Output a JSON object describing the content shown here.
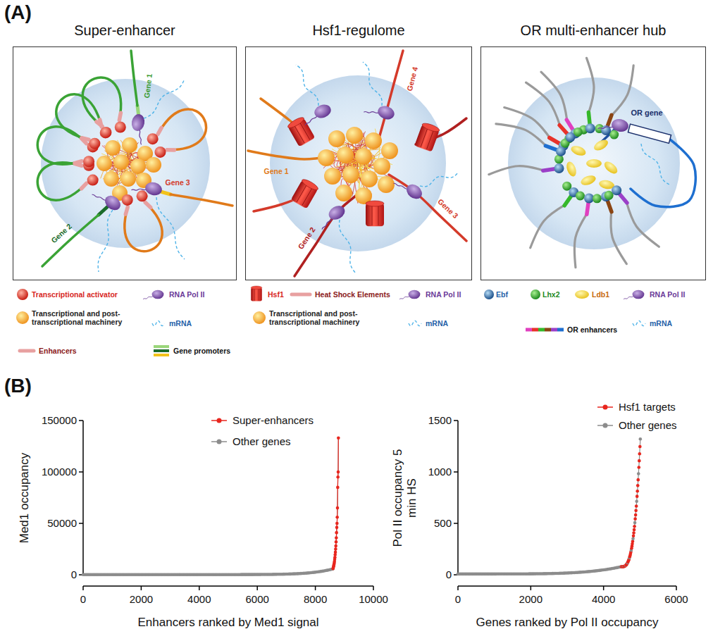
{
  "diagram": {
    "nodes": [
      {
        "text": [
          "Super-enhancer"
        ]
      },
      {
        "text": [
          "Hsf1-regulome"
        ]
      },
      {
        "text": [
          "OR multi-enhancer hub"
        ]
      }
    ],
    "labels": [
      "(A)",
      "Gene 1",
      "Gene 2",
      "Gene 3",
      "Gene 4",
      "Gene 1",
      "Gene 3",
      "Gene 2",
      "OR gene",
      "(B)",
      "Med1 occupancy",
      "150000",
      "100000",
      "50000",
      "0",
      "0",
      "2000",
      "4000",
      "6000",
      "8000",
      "10000",
      "Enhancers ranked by Med1 signal",
      "Pol II occupancy 5 min HS",
      "1500",
      "1000",
      "500",
      "0",
      "0",
      "2000",
      "4000",
      "6000",
      "Genes ranked by Pol II occupancy"
    ],
    "legend": [
      {
        "text": "Transcriptional activator"
      },
      {
        "text": "RNA Pol II"
      },
      {
        "text": "Transcriptional and post-transcriptional machinery"
      },
      {
        "text": "mRNA"
      },
      {
        "text": "Enhancers"
      },
      {
        "text": "Gene promoters"
      },
      {
        "text": "Hsf1"
      },
      {
        "text": "Heat Shock Elements"
      },
      {
        "text": "RNA Pol II"
      },
      {
        "text": "Transcriptional and post-transcriptional machinery"
      },
      {
        "text": "mRNA"
      },
      {
        "text": "Ebf"
      },
      {
        "text": "Lhx2"
      },
      {
        "text": "Ldb1"
      },
      {
        "text": "RNA Pol II"
      },
      {
        "text": "mRNA"
      },
      {
        "text": "OR enhancers"
      },
      {
        "text": "Super-enhancers"
      },
      {
        "text": "Other genes"
      },
      {
        "text": "Hsf1 targets"
      },
      {
        "text": "Other genes"
      }
    ]
  }
}
